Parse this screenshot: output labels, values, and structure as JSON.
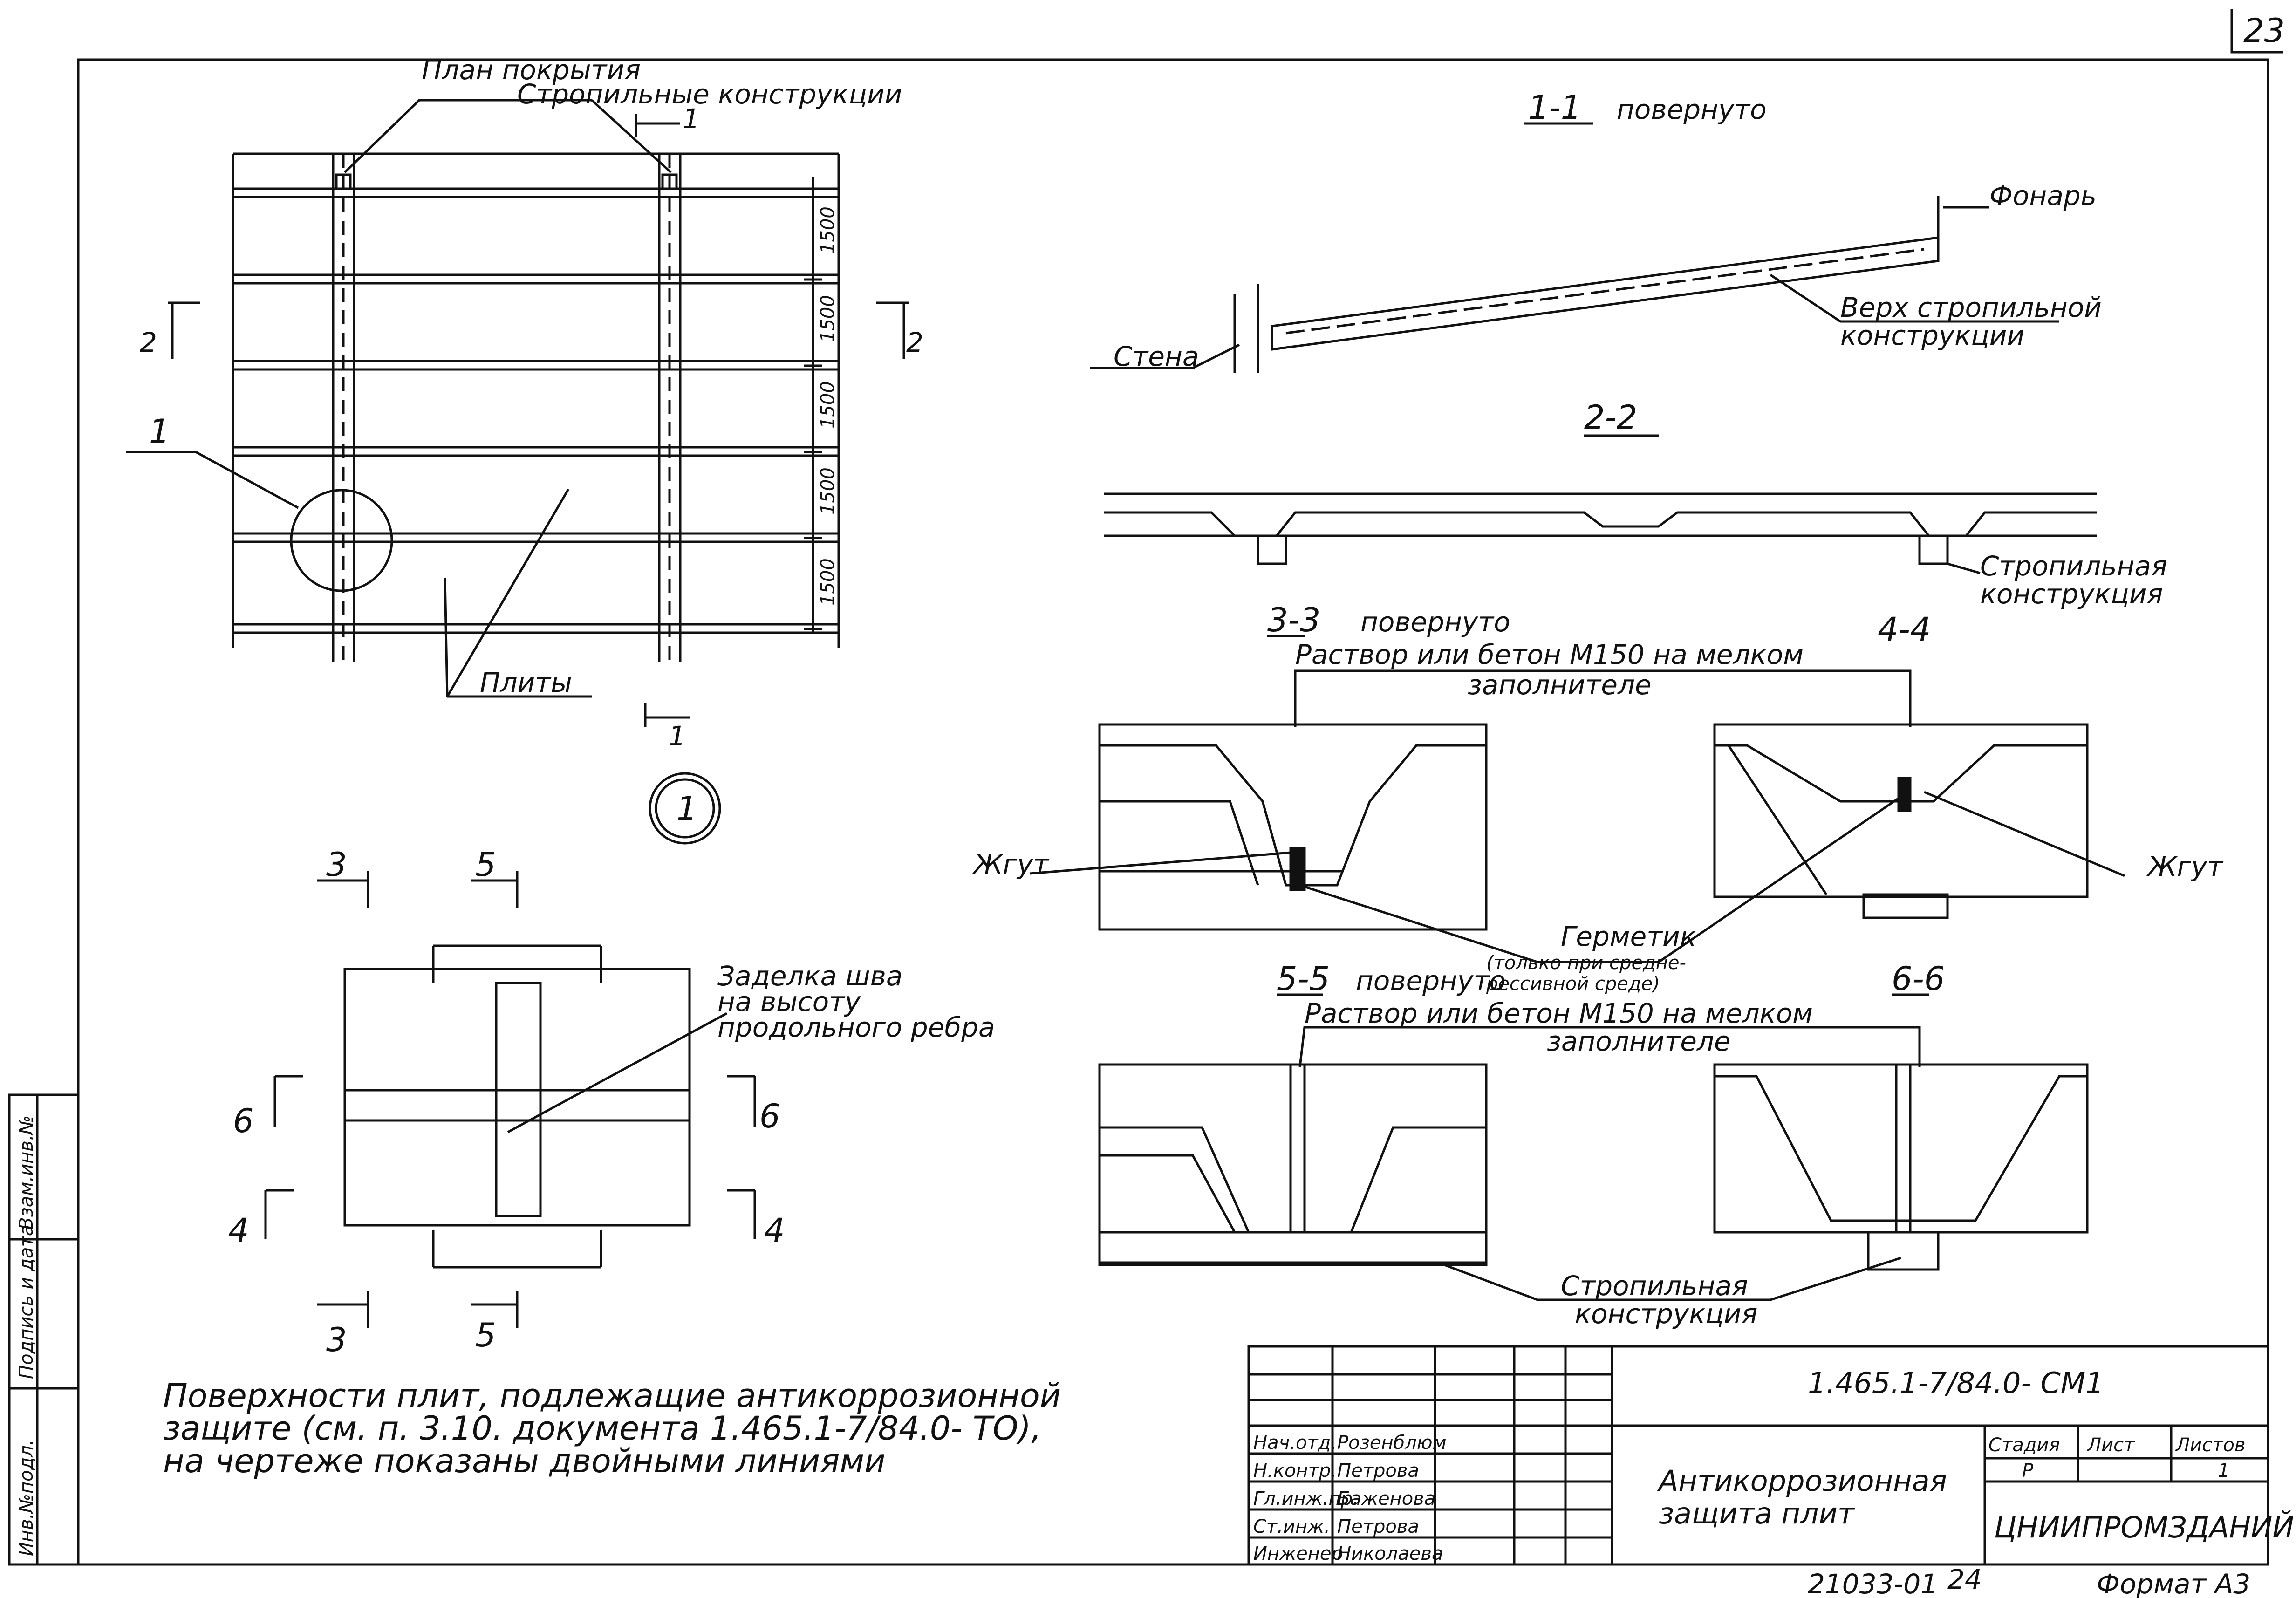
{
  "sheet_number_corner": "23",
  "plan": {
    "title": "План покрытия",
    "subtitle": "Стропильные конструкции",
    "dims": [
      "1500",
      "1500",
      "1500",
      "1500",
      "1500"
    ],
    "cut_marks": {
      "c1": "1",
      "c2": "2"
    },
    "callout_1": "1",
    "label_plates": "Плиты",
    "detail_ref": "1"
  },
  "section_1_1": {
    "title": "1-1",
    "note": "повернуто",
    "lantern": "Фонарь",
    "truss_top_1": "Верх стропильной",
    "truss_top_2": "конструкции",
    "wall": "Стена"
  },
  "section_2_2": {
    "title": "2-2",
    "truss_1": "Стропильная",
    "truss_2": "конструкция"
  },
  "section_3_3": {
    "title": "3-3",
    "note": "повернуто",
    "mortar_1": "Раствор или бетон М150 на мелком",
    "mortar_2": "заполнителе",
    "cord": "Жгут"
  },
  "section_4_4": {
    "title": "4-4",
    "cord": "Жгут"
  },
  "sealant": {
    "line1": "Герметик",
    "line2": "(только при средне-",
    "line3": "рессивной среде)"
  },
  "section_5_5": {
    "title": "5-5",
    "note": "повернуто",
    "mortar_1": "Раствор или бетон М150 на мелком",
    "mortar_2": "заполнителе"
  },
  "section_6_6": {
    "title": "6-6"
  },
  "truss_bottom": {
    "line1": "Стропильная",
    "line2": "конструкция"
  },
  "node": {
    "seal_1": "Заделка шва",
    "seal_2": "на высоту",
    "seal_3": "продольного ребра",
    "cut3": "3",
    "cut5": "5",
    "cut6": "6",
    "cut4": "4"
  },
  "note": {
    "line1": "Поверхности плит, подлежащие антикоррозионной",
    "line2": "защите (см. п. 3.10. документа 1.465.1-7/84.0- ТО),",
    "line3": "на чертеже показаны двойными линиями"
  },
  "left_strip": {
    "a": "Инв.№подл.",
    "b": "Подпись и дата",
    "c": "Взам.инв.№"
  },
  "title_block": {
    "code": "1.465.1-7/84.0- СМ1",
    "title_1": "Антикоррозионная",
    "title_2": "защита плит",
    "org": "ЦНИИПРОМЗДАНИЙ",
    "stage_h": "Стадия",
    "sheet_h": "Лист",
    "sheets_h": "Листов",
    "stage_v": "Р",
    "sheets_v": "1",
    "rows": [
      {
        "role": "Нач.отд.",
        "name": "Розенблюм"
      },
      {
        "role": "Н.контр.",
        "name": "Петрова"
      },
      {
        "role": "Гл.инж.пр.",
        "name": "Баженова"
      },
      {
        "role": "Ст.инж.",
        "name": "Петрова"
      },
      {
        "role": "Инженер",
        "name": "Николаева"
      }
    ]
  },
  "footer": {
    "copy_no": "21033-01",
    "page": "24",
    "format": "Формат А3"
  }
}
